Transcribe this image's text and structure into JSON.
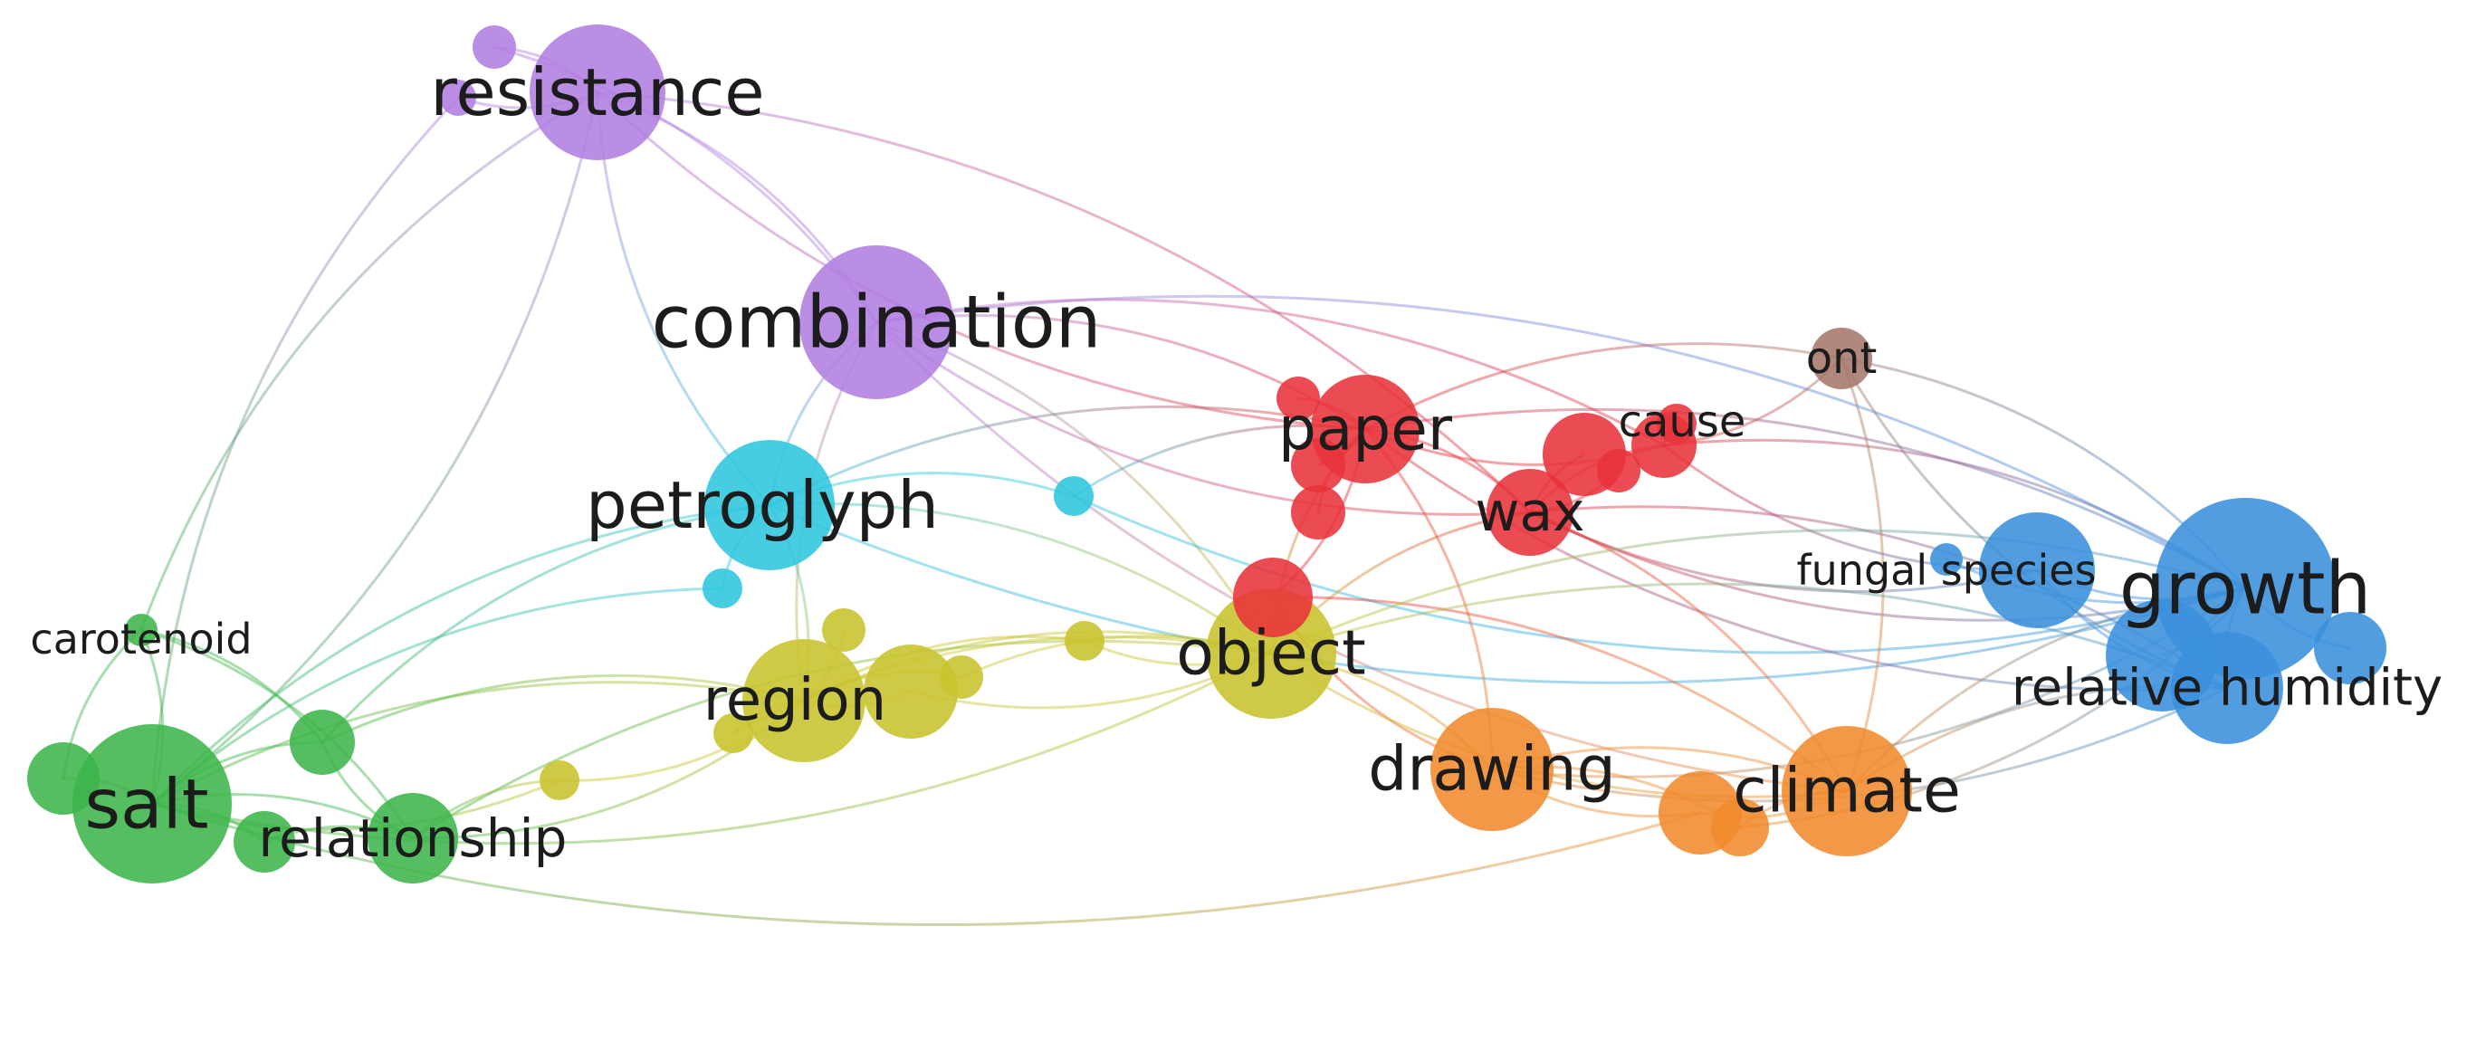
{
  "clusters": {
    "red": "#e8323a",
    "green": "#3cb54a",
    "blue": "#3a8fdc",
    "yellow": "#c8c32c",
    "purple": "#b07ee0",
    "cyan": "#2ec6de",
    "orange": "#f08a2c",
    "brown": "#a5786b"
  },
  "nodes": [
    {
      "id": "resistance",
      "label": "resistance",
      "cluster": "purple"
    },
    {
      "id": "p_small1",
      "label": "",
      "cluster": "purple"
    },
    {
      "id": "p_small2",
      "label": "",
      "cluster": "purple"
    },
    {
      "id": "combination",
      "label": "combination",
      "cluster": "purple"
    },
    {
      "id": "petroglyph",
      "label": "petroglyph",
      "cluster": "cyan"
    },
    {
      "id": "c_small1",
      "label": "",
      "cluster": "cyan"
    },
    {
      "id": "c_small2",
      "label": "",
      "cluster": "cyan"
    },
    {
      "id": "paper",
      "label": "paper",
      "cluster": "red"
    },
    {
      "id": "wax",
      "label": "wax",
      "cluster": "red"
    },
    {
      "id": "cause",
      "label": "cause",
      "cluster": "red"
    },
    {
      "id": "r_a",
      "label": "",
      "cluster": "red"
    },
    {
      "id": "r_b",
      "label": "",
      "cluster": "red"
    },
    {
      "id": "r_c",
      "label": "",
      "cluster": "red"
    },
    {
      "id": "r_d",
      "label": "",
      "cluster": "red"
    },
    {
      "id": "r_e",
      "label": "",
      "cluster": "red"
    },
    {
      "id": "r_f",
      "label": "",
      "cluster": "red"
    },
    {
      "id": "r_g",
      "label": "",
      "cluster": "red"
    },
    {
      "id": "ont",
      "label": "ont",
      "cluster": "brown"
    },
    {
      "id": "growth",
      "label": "growth",
      "cluster": "blue"
    },
    {
      "id": "fungal",
      "label": "fungal species",
      "cluster": "blue"
    },
    {
      "id": "humidity",
      "label": "relative humidity",
      "cluster": "blue"
    },
    {
      "id": "b_a",
      "label": "",
      "cluster": "blue"
    },
    {
      "id": "b_b",
      "label": "",
      "cluster": "blue"
    },
    {
      "id": "b_c",
      "label": "",
      "cluster": "blue"
    },
    {
      "id": "object",
      "label": "object",
      "cluster": "yellow"
    },
    {
      "id": "region",
      "label": "region",
      "cluster": "yellow"
    },
    {
      "id": "y_a",
      "label": "",
      "cluster": "yellow"
    },
    {
      "id": "y_b",
      "label": "",
      "cluster": "yellow"
    },
    {
      "id": "y_c",
      "label": "",
      "cluster": "yellow"
    },
    {
      "id": "y_d",
      "label": "",
      "cluster": "yellow"
    },
    {
      "id": "y_e",
      "label": "",
      "cluster": "yellow"
    },
    {
      "id": "y_f",
      "label": "",
      "cluster": "yellow"
    },
    {
      "id": "drawing",
      "label": "drawing",
      "cluster": "orange"
    },
    {
      "id": "climate",
      "label": "climate",
      "cluster": "orange"
    },
    {
      "id": "o_a",
      "label": "",
      "cluster": "orange"
    },
    {
      "id": "o_b",
      "label": "",
      "cluster": "orange"
    },
    {
      "id": "salt",
      "label": "salt",
      "cluster": "green"
    },
    {
      "id": "relationship",
      "label": "relationship",
      "cluster": "green"
    },
    {
      "id": "carotenoid",
      "label": "carotenoid",
      "cluster": "green"
    },
    {
      "id": "g_a",
      "label": "",
      "cluster": "green"
    },
    {
      "id": "g_b",
      "label": "",
      "cluster": "green"
    },
    {
      "id": "g_c",
      "label": "",
      "cluster": "green"
    }
  ],
  "links": [
    [
      "resistance",
      "combination"
    ],
    [
      "resistance",
      "p_small1"
    ],
    [
      "resistance",
      "p_small2"
    ],
    [
      "resistance",
      "paper"
    ],
    [
      "resistance",
      "wax"
    ],
    [
      "resistance",
      "carotenoid"
    ],
    [
      "resistance",
      "salt"
    ],
    [
      "resistance",
      "petroglyph"
    ],
    [
      "p_small1",
      "combination"
    ],
    [
      "p_small2",
      "salt"
    ],
    [
      "combination",
      "paper"
    ],
    [
      "combination",
      "wax"
    ],
    [
      "combination",
      "growth"
    ],
    [
      "combination",
      "petroglyph"
    ],
    [
      "combination",
      "object"
    ],
    [
      "combination",
      "region"
    ],
    [
      "combination",
      "cause"
    ],
    [
      "combination",
      "climate"
    ],
    [
      "petroglyph",
      "c_small1"
    ],
    [
      "petroglyph",
      "c_small2"
    ],
    [
      "petroglyph",
      "paper"
    ],
    [
      "petroglyph",
      "salt"
    ],
    [
      "petroglyph",
      "region"
    ],
    [
      "petroglyph",
      "growth"
    ],
    [
      "petroglyph",
      "object"
    ],
    [
      "c_small1",
      "growth"
    ],
    [
      "c_small1",
      "paper"
    ],
    [
      "c_small2",
      "salt"
    ],
    [
      "paper",
      "wax"
    ],
    [
      "paper",
      "cause"
    ],
    [
      "paper",
      "growth"
    ],
    [
      "paper",
      "object"
    ],
    [
      "paper",
      "ont"
    ],
    [
      "paper",
      "r_a"
    ],
    [
      "paper",
      "r_b"
    ],
    [
      "paper",
      "r_c"
    ],
    [
      "paper",
      "drawing"
    ],
    [
      "paper",
      "humidity"
    ],
    [
      "wax",
      "cause"
    ],
    [
      "wax",
      "growth"
    ],
    [
      "wax",
      "humidity"
    ],
    [
      "wax",
      "object"
    ],
    [
      "wax",
      "r_d"
    ],
    [
      "wax",
      "r_e"
    ],
    [
      "wax",
      "climate"
    ],
    [
      "wax",
      "fungal"
    ],
    [
      "cause",
      "growth"
    ],
    [
      "cause",
      "ont"
    ],
    [
      "cause",
      "r_f"
    ],
    [
      "cause",
      "fungal"
    ],
    [
      "r_g",
      "object"
    ],
    [
      "r_g",
      "paper"
    ],
    [
      "r_g",
      "climate"
    ],
    [
      "r_g",
      "drawing"
    ],
    [
      "ont",
      "growth"
    ],
    [
      "ont",
      "humidity"
    ],
    [
      "ont",
      "climate"
    ],
    [
      "growth",
      "humidity"
    ],
    [
      "growth",
      "fungal"
    ],
    [
      "growth",
      "climate"
    ],
    [
      "growth",
      "b_a"
    ],
    [
      "growth",
      "b_b"
    ],
    [
      "growth",
      "b_c"
    ],
    [
      "humidity",
      "climate"
    ],
    [
      "humidity",
      "drawing"
    ],
    [
      "humidity",
      "object"
    ],
    [
      "humidity",
      "fungal"
    ],
    [
      "object",
      "region"
    ],
    [
      "object",
      "drawing"
    ],
    [
      "object",
      "climate"
    ],
    [
      "object",
      "y_a"
    ],
    [
      "object",
      "y_b"
    ],
    [
      "object",
      "salt"
    ],
    [
      "object",
      "relationship"
    ],
    [
      "object",
      "growth"
    ],
    [
      "region",
      "y_a"
    ],
    [
      "region",
      "y_b"
    ],
    [
      "region",
      "y_c"
    ],
    [
      "region",
      "y_d"
    ],
    [
      "region",
      "y_e"
    ],
    [
      "region",
      "y_f"
    ],
    [
      "region",
      "salt"
    ],
    [
      "region",
      "relationship"
    ],
    [
      "region",
      "g_a"
    ],
    [
      "y_f",
      "salt"
    ],
    [
      "y_f",
      "relationship"
    ],
    [
      "y_e",
      "object"
    ],
    [
      "y_d",
      "object"
    ],
    [
      "drawing",
      "climate"
    ],
    [
      "drawing",
      "o_a"
    ],
    [
      "drawing",
      "o_b"
    ],
    [
      "drawing",
      "growth"
    ],
    [
      "climate",
      "o_a"
    ],
    [
      "climate",
      "o_b"
    ],
    [
      "o_a",
      "salt"
    ],
    [
      "o_b",
      "growth"
    ],
    [
      "salt",
      "relationship"
    ],
    [
      "salt",
      "carotenoid"
    ],
    [
      "salt",
      "g_a"
    ],
    [
      "salt",
      "g_b"
    ],
    [
      "salt",
      "g_c"
    ],
    [
      "relationship",
      "carotenoid"
    ],
    [
      "relationship",
      "g_a"
    ],
    [
      "relationship",
      "g_c"
    ],
    [
      "carotenoid",
      "g_a"
    ],
    [
      "carotenoid",
      "g_b"
    ],
    [
      "g_a",
      "petroglyph"
    ]
  ]
}
